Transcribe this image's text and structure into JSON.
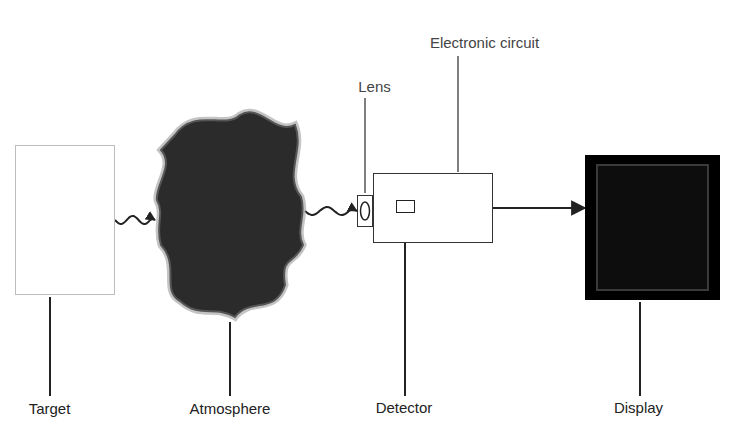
{
  "diagram": {
    "nodes": [
      {
        "text": [
          "Target"
        ]
      },
      {
        "text": [
          "Atmosphere"
        ]
      },
      {
        "text": [
          "Lens"
        ]
      },
      {
        "text": [
          "Electronic circuit"
        ]
      },
      {
        "text": [
          "Detector"
        ],
        "in": 3
      },
      {
        "text": [
          "Display"
        ]
      }
    ],
    "edges": [
      {
        "from": 0,
        "to": 1,
        "arrow": "to"
      },
      {
        "from": 1,
        "to": 2,
        "arrow": "to"
      },
      {
        "from": 3,
        "to": 5,
        "arrow": "to"
      }
    ]
  }
}
